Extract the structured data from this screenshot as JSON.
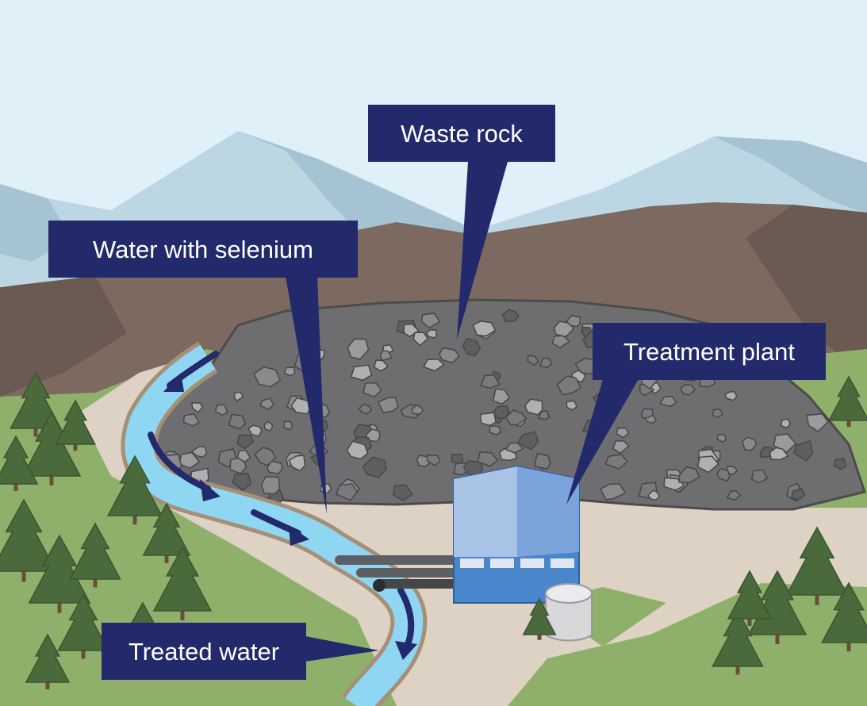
{
  "labels": {
    "waste_rock": "Waste rock",
    "water_with_selenium": "Water with selenium",
    "treatment_plant": "Treatment plant",
    "treated_water": "Treated water"
  },
  "colors": {
    "sky": "#dff0f8",
    "mountain": "#bcd6e4",
    "hill": "#7c6a60",
    "grass": "#8fb06a",
    "ground": "#ddd2c4",
    "river": "#8fd6f2",
    "rock": "#6e6e70",
    "plant": "#4a86cc",
    "callout": "#232a6b",
    "tree": "#4b6a3c"
  }
}
